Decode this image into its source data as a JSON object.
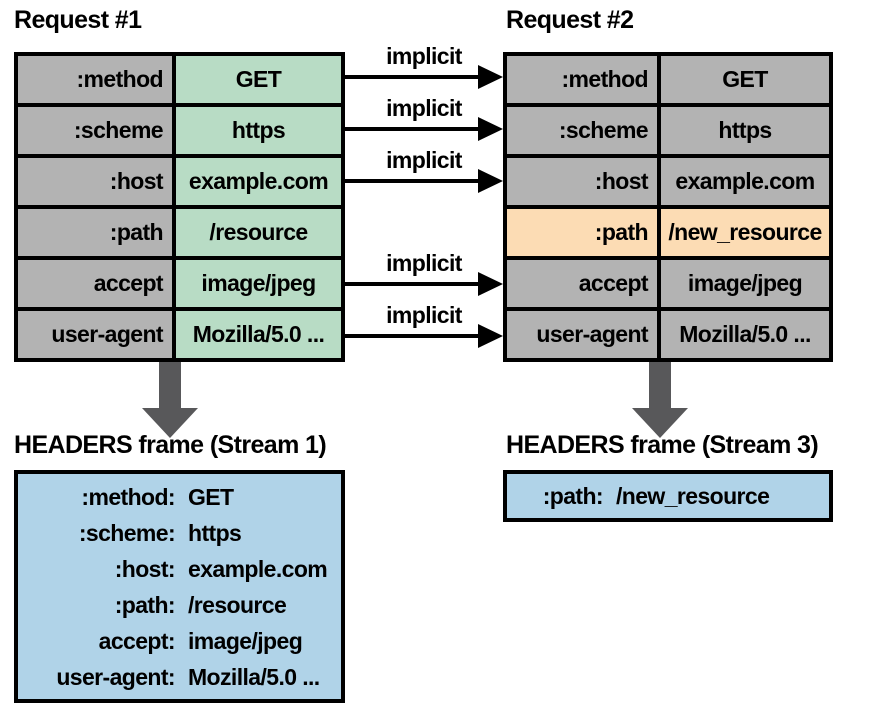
{
  "request1": {
    "title": "Request #1",
    "rows": [
      {
        "name": ":method",
        "value": "GET"
      },
      {
        "name": ":scheme",
        "value": "https"
      },
      {
        "name": ":host",
        "value": "example.com"
      },
      {
        "name": ":path",
        "value": "/resource"
      },
      {
        "name": "accept",
        "value": "image/jpeg"
      },
      {
        "name": "user-agent",
        "value": "Mozilla/5.0 ..."
      }
    ]
  },
  "request2": {
    "title": "Request #2",
    "rows": [
      {
        "name": ":method",
        "value": "GET",
        "highlighted": false
      },
      {
        "name": ":scheme",
        "value": "https",
        "highlighted": false
      },
      {
        "name": ":host",
        "value": "example.com",
        "highlighted": false
      },
      {
        "name": ":path",
        "value": "/new_resource",
        "highlighted": true
      },
      {
        "name": "accept",
        "value": "image/jpeg",
        "highlighted": false
      },
      {
        "name": "user-agent",
        "value": "Mozilla/5.0 ...",
        "highlighted": false
      }
    ]
  },
  "arrows": [
    {
      "label": "implicit",
      "from_row": ":method"
    },
    {
      "label": "implicit",
      "from_row": ":scheme"
    },
    {
      "label": "implicit",
      "from_row": ":host"
    },
    {
      "label": "implicit",
      "from_row": "accept"
    },
    {
      "label": "implicit",
      "from_row": "user-agent"
    }
  ],
  "frame1": {
    "title": "HEADERS frame (Stream 1)",
    "rows": [
      {
        "name": ":method:",
        "value": "GET"
      },
      {
        "name": ":scheme:",
        "value": "https"
      },
      {
        "name": ":host:",
        "value": "example.com"
      },
      {
        "name": ":path:",
        "value": "/resource"
      },
      {
        "name": "accept:",
        "value": "image/jpeg"
      },
      {
        "name": "user-agent:",
        "value": "Mozilla/5.0 ..."
      }
    ]
  },
  "frame2": {
    "title": "HEADERS frame (Stream 3)",
    "rows": [
      {
        "name": ":path:",
        "value": "/new_resource"
      }
    ]
  },
  "colors": {
    "name_cell_bg": "#b3b3b3",
    "request1_value_bg": "#b8dcc5",
    "request2_cell_bg": "#b3b3b3",
    "highlight_bg": "#fcdcb4",
    "frame_bg": "#b0d3e8",
    "down_arrow": "#58585a",
    "border": "#000000"
  }
}
